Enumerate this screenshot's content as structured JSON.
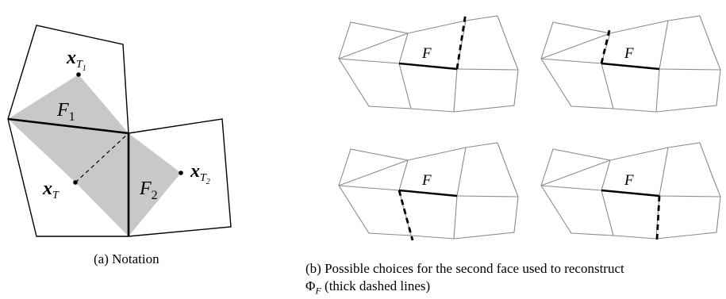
{
  "panel_a": {
    "caption": "(a) Notation",
    "labels": {
      "x_T1_main": "x",
      "x_T1_sub": "T",
      "x_T1_subsub": "1",
      "x_T2_main": "x",
      "x_T2_sub": "T",
      "x_T2_subsub": "2",
      "x_T_main": "x",
      "x_T_sub": "T",
      "F1_main": "F",
      "F1_sub": "1",
      "F2_main": "F",
      "F2_sub": "2"
    },
    "colors": {
      "shade": "#c8c8c8",
      "edge": "#000000"
    }
  },
  "panel_b": {
    "caption_line1": "(b) Possible choices for the second face used to reconstruct",
    "caption_phi": "Φ",
    "caption_phi_sub": "F",
    "caption_rest": " (thick dashed lines)",
    "face_label": "F",
    "mesh_color": "#8a8a8a"
  }
}
